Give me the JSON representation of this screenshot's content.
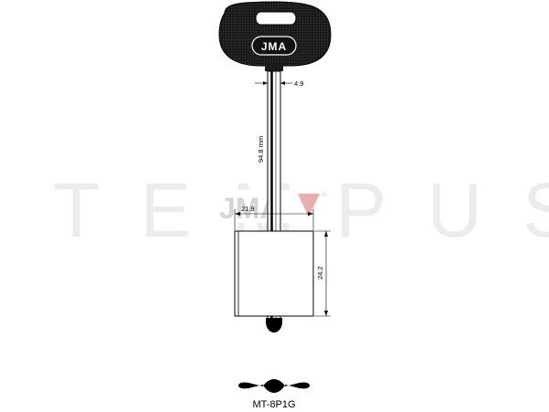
{
  "watermark": {
    "text": "TEMPUS",
    "logo_text": "JMA",
    "registered_mark": "®",
    "colors": {
      "text": "#ececec",
      "logo_gray": "#d4d4d4",
      "logo_red": "#e6b0b0"
    }
  },
  "key": {
    "head_logo": "JMA",
    "colors": {
      "head": "#1a1a1a",
      "line": "#000000",
      "background": "#ffffff"
    }
  },
  "dimensions": {
    "shank_length": "94.8 mm",
    "shank_width": "4.9",
    "bit_width": "21.9",
    "bit_height": "24.2"
  },
  "profile": {
    "code": "MT-8P1G"
  }
}
